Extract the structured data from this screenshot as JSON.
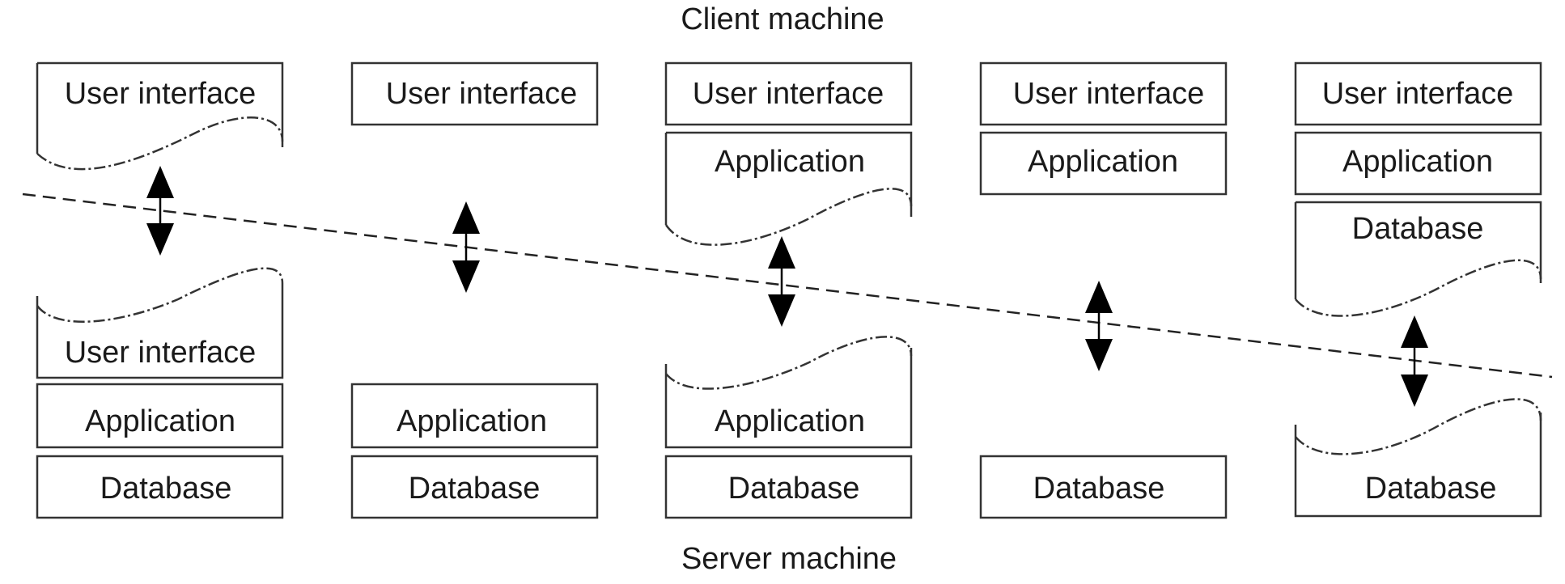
{
  "diagram": {
    "top_label": "Client machine",
    "bottom_label": "Server machine",
    "layer_labels": {
      "ui": "User interface",
      "app": "Application",
      "db": "Database"
    }
  }
}
